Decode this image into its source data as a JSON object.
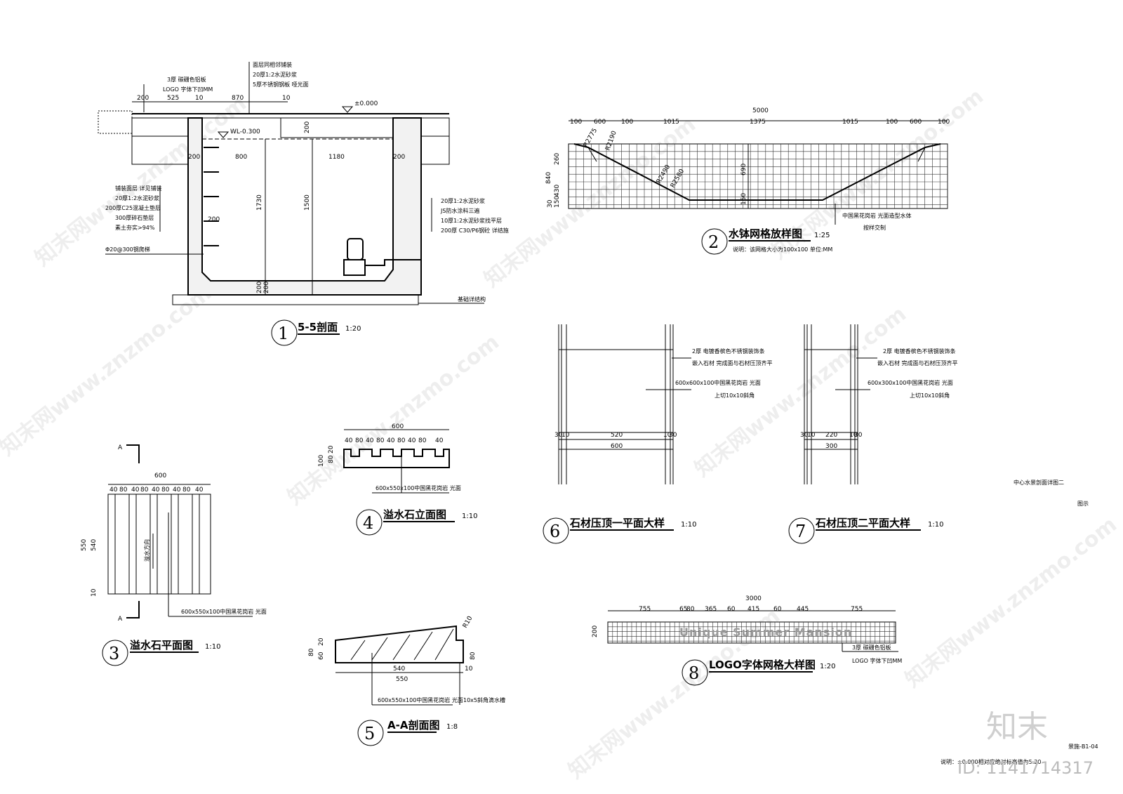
{
  "d1": {
    "num": "1",
    "title": "5-5剖面",
    "scale": "1:20",
    "dims_top": [
      "200",
      "525",
      "10",
      "870",
      "10"
    ],
    "level": "±0.000",
    "wl": "WL-0.300",
    "dims_mid": [
      "200",
      "800",
      "1180",
      "200"
    ],
    "dim_200": "200",
    "vdim_a": "1730",
    "vdim_b": "1500",
    "vdim_c": "200",
    "vdim_d": "200",
    "vdim_e": "200",
    "notes_top": [
      "3厚 碳硼色铝板",
      "LOGO 字体下凹MM",
      "面层同相邻铺装",
      "20厚1:2水泥砂浆",
      "5厚不锈钢钢板 哑光面"
    ],
    "notes_left": [
      "铺装面层 详见铺装",
      "20厚1:2水泥砂浆",
      "200厚C25混凝土垫层",
      "300厚碎石垫层",
      "素土夯实>94%"
    ],
    "note_rebar": "Φ20@300钢爬梯",
    "notes_right": [
      "20厚1:2水泥砂浆",
      "JS防水涂料三遍",
      "10厚1:2水泥砂浆找平层",
      "200厚 C30/P6钢砼 详结施"
    ],
    "note_base": "基础详结构"
  },
  "d2": {
    "num": "2",
    "title": "水钵网格放样图",
    "scale": "1:25",
    "note": "说明：该网格大小为100x100 单位:MM",
    "total": "5000",
    "dims": [
      "100",
      "600",
      "100",
      "1015",
      "1375",
      "1015",
      "100",
      "600",
      "100"
    ],
    "vdims": [
      "840",
      "260",
      "430",
      "150",
      "30"
    ],
    "inner_v": [
      "690",
      "150"
    ],
    "radii": [
      "R2775",
      "R2190",
      "R2490",
      "R2580"
    ],
    "notes": [
      "中国黑花岗岩 光面造型水体",
      "按样交制"
    ]
  },
  "d3": {
    "num": "3",
    "title": "溢水石平面图",
    "scale": "1:10",
    "total": "600",
    "dims": [
      "40",
      "80",
      "40",
      "80",
      "40",
      "80",
      "40",
      "80",
      "40"
    ],
    "vdims": [
      "550",
      "540",
      "10"
    ],
    "section": "A",
    "flow": "溢水方向",
    "note": "600x550x100中国黑花岗岩 光面"
  },
  "d4": {
    "num": "4",
    "title": "溢水石立面图",
    "scale": "1:10",
    "total": "600",
    "dims": [
      "40",
      "80",
      "40",
      "80",
      "40",
      "80",
      "40",
      "80",
      "40"
    ],
    "vdims": [
      "100",
      "80",
      "20"
    ],
    "note": "600x550x100中国黑花岗岩 光面"
  },
  "d5": {
    "num": "5",
    "title": "A-A剖面图",
    "scale": "1:8",
    "dims": [
      "540",
      "550",
      "10"
    ],
    "vdims": [
      "80",
      "60",
      "20",
      "80"
    ],
    "radius": "R10",
    "notes": [
      "600x550x100中国黑花岗岩 光面",
      "10x5斜角滴水槽"
    ]
  },
  "d6": {
    "num": "6",
    "title": "石材压顶一平面大样",
    "scale": "1:10",
    "dims": [
      "30",
      "10",
      "520",
      "10",
      "30"
    ],
    "total": "600",
    "notes": [
      "2厚 电镀香槟色不锈钢装饰条",
      "嵌入石材 完成面与石材压顶齐平",
      "600x600x100中国黑花岗岩 光面",
      "上切10x10斜角"
    ]
  },
  "d7": {
    "num": "7",
    "title": "石材压顶二平面大样",
    "scale": "1:10",
    "dims": [
      "30",
      "10",
      "220",
      "10",
      "30"
    ],
    "total": "300",
    "notes": [
      "2厚 电镀香槟色不锈钢装饰条",
      "嵌入石材 完成面与石材压顶齐平",
      "600x300x100中国黑花岗岩 光面",
      "上切10x10斜角"
    ]
  },
  "d8": {
    "num": "8",
    "title": "LOGO字体网格大样图",
    "scale": "1:20",
    "total": "3000",
    "dims": [
      "755",
      "65",
      "80",
      "365",
      "60",
      "415",
      "60",
      "445",
      "755"
    ],
    "vdim": "200",
    "logo": "Unique Summer Mansion",
    "notes": [
      "3厚 碳硼色铝板",
      "LOGO 字体下凹MM"
    ]
  },
  "sheet": {
    "title": "中心水景剖面详图二",
    "legend": "图示",
    "code": "景施-B1-04",
    "footnote": "说明：±0.000相对应绝对标高值为5.20",
    "brand": "知末",
    "id": "ID: 1141714317",
    "watermark": "知末网www.znzmo.com"
  }
}
